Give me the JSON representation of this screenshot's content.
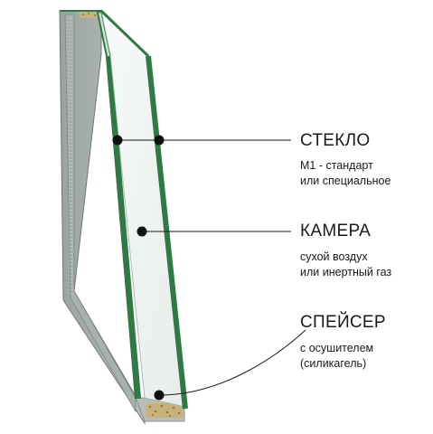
{
  "labels": {
    "glass": {
      "title": "СТЕКЛО",
      "line1": "М1 - стандарт",
      "line2": "или специальное"
    },
    "chamber": {
      "title": "КАМЕРА",
      "line1": "сухой воздух",
      "line2": "или инертный газ"
    },
    "spacer": {
      "title": "СПЕЙСЕР",
      "line1": "с осушителем",
      "line2": "(силикагель)"
    }
  },
  "colors": {
    "glass_edge": "#2f7a44",
    "glass_face": "#f2f6f4",
    "frame_gray": "#8e9692",
    "desiccant": "#c8b27a",
    "leader_line": "#1a1a1a"
  }
}
